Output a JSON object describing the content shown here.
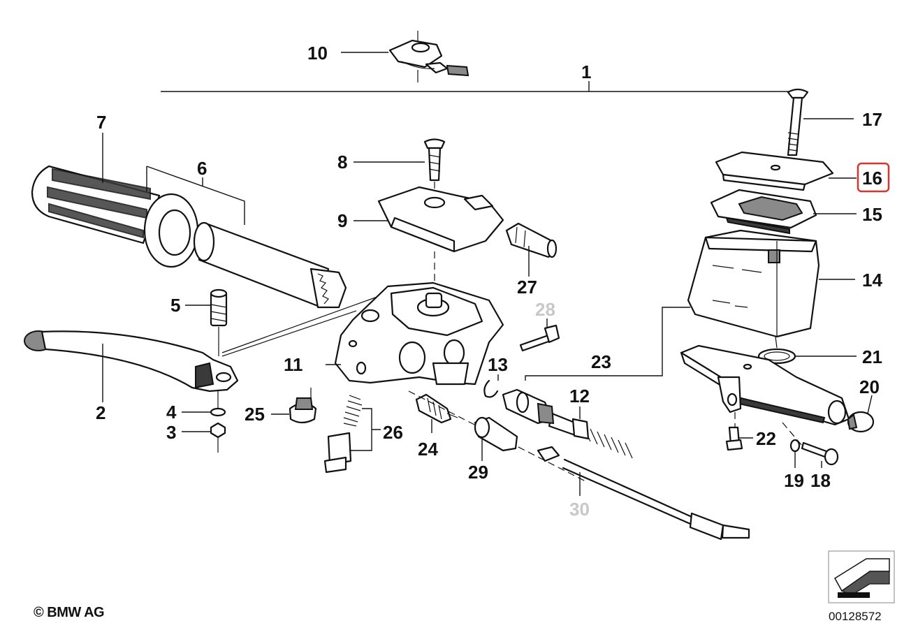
{
  "diagram": {
    "callouts": {
      "c1": "1",
      "c2": "2",
      "c3": "3",
      "c4": "4",
      "c5": "5",
      "c6": "6",
      "c7": "7",
      "c8": "8",
      "c9": "9",
      "c10": "10",
      "c11": "11",
      "c12": "12",
      "c13": "13",
      "c14": "14",
      "c15": "15",
      "c16": "16",
      "c17": "17",
      "c18": "18",
      "c19": "19",
      "c20": "20",
      "c21": "21",
      "c22": "22",
      "c23": "23",
      "c24": "24",
      "c25": "25",
      "c26": "26",
      "c27": "27",
      "c28": "28",
      "c29": "29",
      "c30": "30"
    },
    "highlighted_callout": "16",
    "highlight_color": "#d9362b",
    "ghost_color": "#c8c8c8"
  },
  "footer": {
    "copyright": "© BMW AG",
    "diagram_number": "00128572"
  },
  "icons": {
    "view_direction": "view-direction-icon"
  }
}
